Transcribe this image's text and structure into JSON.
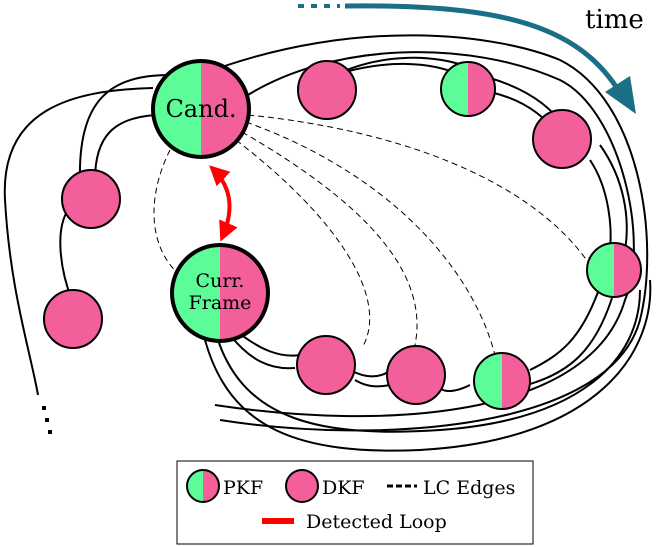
{
  "time_label": "time",
  "nodes": {
    "candidate": {
      "label": "Cand.",
      "type": "PKF"
    },
    "current_frame": {
      "label_line1": "Curr.",
      "label_line2": "Frame",
      "type": "DKF"
    }
  },
  "legend": {
    "pkf_label": "PKF",
    "dkf_label": "DKF",
    "lc_edges_label": "LC Edges",
    "detected_loop_label": "Detected Loop"
  },
  "colors": {
    "pkf_green": "#5cfc98",
    "dkf_pink": "#f25f9a",
    "detected_loop": "#ff0000",
    "time_arrow": "#1a6e85",
    "edge": "#000000"
  }
}
